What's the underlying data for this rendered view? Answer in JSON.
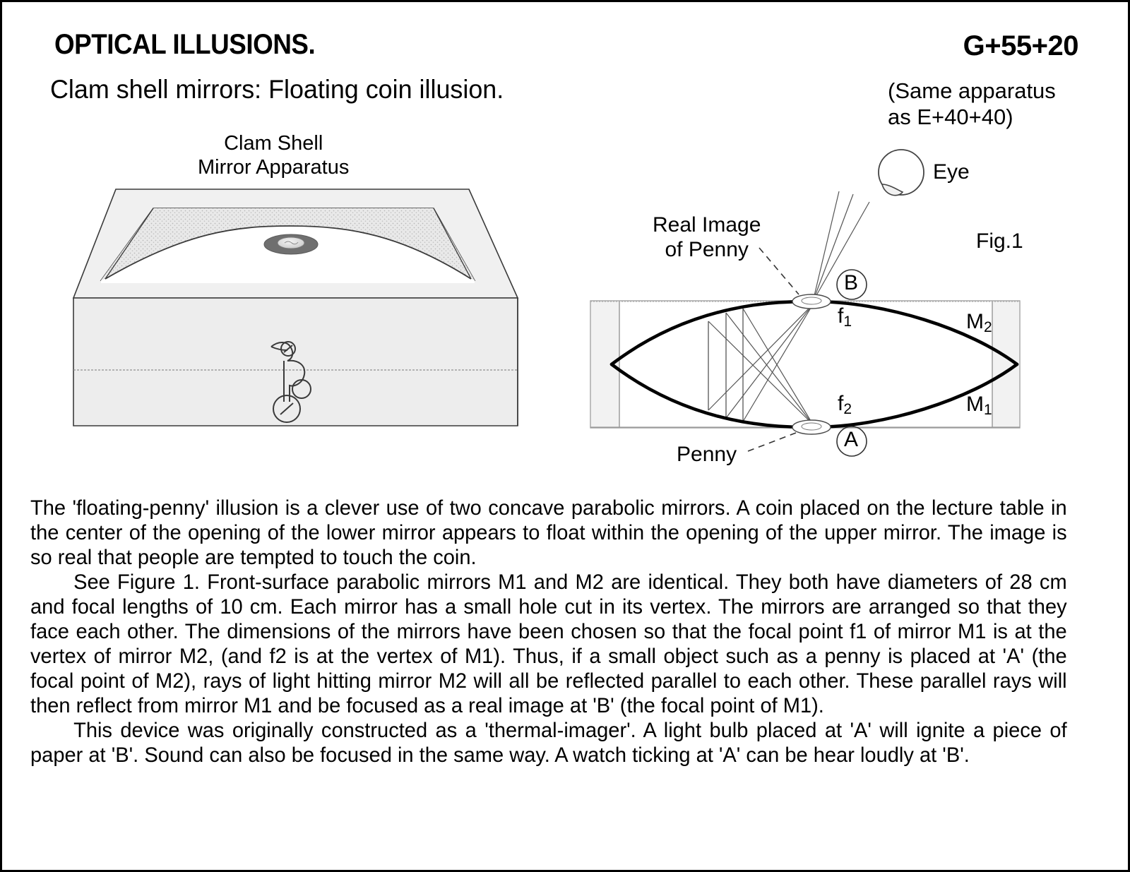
{
  "header": {
    "title": "OPTICAL ILLUSIONS.",
    "subtitle": "Clam shell mirrors: Floating coin illusion.",
    "code": "G+55+20",
    "note": "(Same apparatus\nas E+40+40)"
  },
  "apparatus": {
    "caption_line1": "Clam Shell",
    "caption_line2": "Mirror Apparatus"
  },
  "figure": {
    "fig_label": "Fig.1",
    "eye_label": "Eye",
    "real_image_line1": "Real Image",
    "real_image_line2": "of Penny",
    "penny_label": "Penny",
    "mirror_upper": "M",
    "mirror_upper_sub": "2",
    "mirror_lower": "M",
    "mirror_lower_sub": "1",
    "focus_upper": "f",
    "focus_upper_sub": "1",
    "focus_lower": "f",
    "focus_lower_sub": "2",
    "point_top": "B",
    "point_bottom": "A"
  },
  "body": {
    "p1": "The 'floating-penny' illusion is a clever use of two concave parabolic mirrors. A coin placed on the lecture table in the center of the opening of the lower mirror appears to float within the opening of the upper mirror. The image is so real that people are tempted to touch the coin.",
    "p2": "See Figure 1. Front-surface parabolic mirrors M1 and M2 are identical. They both have diameters of 28 cm and focal lengths of 10 cm. Each mirror has a small hole cut in its vertex. The mirrors are arranged so that they face each other. The dimensions of the mirrors have been chosen so that the focal point f1 of mirror M1 is at the vertex of mirror M2, (and f2 is at the vertex of M1). Thus, if a small object such as a penny is placed at 'A' (the focal point of M2), rays of light hitting mirror M2 will all be reflected parallel to each other. These  parallel rays will then reflect from mirror M1 and be focused as a real image at 'B' (the focal point of M1).",
    "p3": "This device  was originally constructed as a 'thermal-imager'. A light bulb placed at 'A' will ignite a piece of paper at 'B'. Sound can also be focused in the same way.  A watch ticking at 'A' can be hear loudly at 'B'."
  },
  "colors": {
    "box_face": "#ededed",
    "box_top": "#f0f0f0",
    "mirror_speckle": "#e4e4e4",
    "hole_dark": "#6f6f6f",
    "frame_band": "#f2f2f2",
    "ray": "#555555",
    "outline": "#3a3a3a"
  }
}
